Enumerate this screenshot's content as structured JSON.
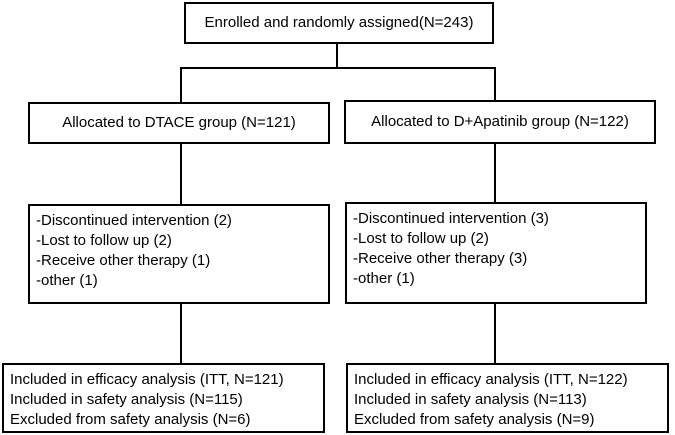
{
  "diagram": {
    "enrolled": "Enrolled and randomly assigned(N=243)",
    "left": {
      "allocated": "Allocated to DTACE group (N=121)",
      "dropouts": [
        "-Discontinued intervention (2)",
        "-Lost to follow up (2)",
        "-Receive other therapy (1)",
        "-other (1)"
      ],
      "analysis": [
        "Included in efficacy analysis (ITT, N=121)",
        "Included in safety analysis (N=115)",
        "Excluded from safety analysis (N=6)"
      ]
    },
    "right": {
      "allocated": "Allocated to D+Apatinib group (N=122)",
      "dropouts": [
        "-Discontinued intervention (3)",
        "-Lost to follow up (2)",
        "-Receive other therapy (3)",
        "-other (1)"
      ],
      "analysis": [
        "Included in efficacy analysis (ITT, N=122)",
        "Included in safety analysis (N=113)",
        "Excluded from safety analysis (N=9)"
      ]
    }
  }
}
